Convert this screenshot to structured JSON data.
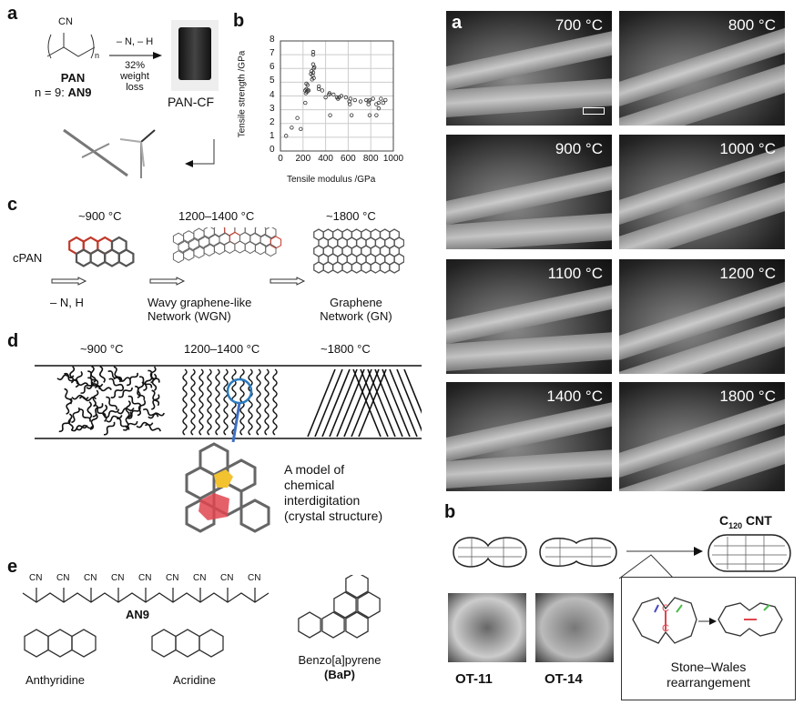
{
  "panel_labels": {
    "a_left": "a",
    "b_left": "b",
    "c": "c",
    "d": "d",
    "e": "e",
    "a_right": "a",
    "b_right": "b"
  },
  "panel_a": {
    "monomer_group": "CN",
    "subscript": "n",
    "polymer": "PAN",
    "oligomer_prefix": "n = 9: ",
    "oligomer": "AN9",
    "reaction_top": "– N, – H",
    "reaction_bottom": [
      "32%",
      "weight",
      "loss"
    ],
    "product": "PAN-CF"
  },
  "chart_data": {
    "type": "scatter",
    "title": "",
    "xlabel": "Tensile modulus /GPa",
    "ylabel": "Tensile strength /GPa",
    "xlim": [
      0,
      1000
    ],
    "ylim": [
      0,
      8
    ],
    "xticks": [
      "0",
      "200",
      "400",
      "600",
      "800",
      "1000"
    ],
    "yticks": [
      "0",
      "1",
      "2",
      "3",
      "4",
      "5",
      "6",
      "7",
      "8"
    ],
    "grid": true,
    "points": [
      [
        50,
        1.1
      ],
      [
        100,
        1.7
      ],
      [
        150,
        2.4
      ],
      [
        180,
        1.6
      ],
      [
        220,
        3.5
      ],
      [
        220,
        4.4
      ],
      [
        225,
        4.2
      ],
      [
        230,
        4.5
      ],
      [
        230,
        4.9
      ],
      [
        235,
        4.3
      ],
      [
        240,
        4.4
      ],
      [
        250,
        4.4
      ],
      [
        240,
        4.8
      ],
      [
        270,
        5.6
      ],
      [
        275,
        5.8
      ],
      [
        280,
        5.2
      ],
      [
        285,
        5.5
      ],
      [
        290,
        7.2
      ],
      [
        290,
        7.0
      ],
      [
        290,
        6.3
      ],
      [
        295,
        6.0
      ],
      [
        290,
        5.7
      ],
      [
        295,
        5.3
      ],
      [
        300,
        6.1
      ],
      [
        340,
        4.7
      ],
      [
        340,
        4.5
      ],
      [
        370,
        4.4
      ],
      [
        400,
        3.9
      ],
      [
        430,
        4.1
      ],
      [
        435,
        4.2
      ],
      [
        440,
        2.6
      ],
      [
        470,
        4.1
      ],
      [
        500,
        3.9
      ],
      [
        510,
        3.8
      ],
      [
        520,
        3.9
      ],
      [
        540,
        4.0
      ],
      [
        580,
        3.9
      ],
      [
        610,
        3.6
      ],
      [
        615,
        3.4
      ],
      [
        620,
        3.8
      ],
      [
        630,
        2.6
      ],
      [
        660,
        3.7
      ],
      [
        710,
        3.6
      ],
      [
        760,
        3.7
      ],
      [
        780,
        3.6
      ],
      [
        780,
        3.4
      ],
      [
        790,
        2.6
      ],
      [
        790,
        3.7
      ],
      [
        820,
        3.8
      ],
      [
        850,
        2.6
      ],
      [
        850,
        3.4
      ],
      [
        870,
        3.1
      ],
      [
        870,
        3.5
      ],
      [
        890,
        3.8
      ],
      [
        910,
        3.5
      ],
      [
        930,
        3.7
      ]
    ]
  },
  "panel_c": {
    "temps": [
      "~900 °C",
      "1200–1400 °C",
      "~1800 °C"
    ],
    "start": "cPAN",
    "step1": "– N, H",
    "wgn": [
      "Wavy graphene-like",
      "Network (WGN)"
    ],
    "gn": [
      "Graphene",
      "Network (GN)"
    ]
  },
  "panel_d": {
    "temps": [
      "~900 °C",
      "1200–1400 °C",
      "~1800 °C"
    ],
    "caption": [
      "A model of",
      "chemical",
      "interdigitation",
      "(crystal structure)"
    ]
  },
  "panel_e": {
    "cn": "CN",
    "an9": "AN9",
    "anthyridine": "Anthyridine",
    "acridine": "Acridine",
    "bap_name": "Benzo[a]pyrene",
    "bap_abbr": "(BaP)"
  },
  "tem_panels": [
    "700 °C",
    "800 °C",
    "900 °C",
    "1000 °C",
    "1100 °C",
    "1200 °C",
    "1400 °C",
    "1800 °C"
  ],
  "panel_b_right": {
    "product": "C",
    "product_sub": "120",
    "product_suffix": " CNT",
    "ot11": "OT-11",
    "ot14": "OT-14",
    "sw": [
      "Stone–Wales",
      "rearrangement"
    ],
    "cc": "C"
  },
  "colors": {
    "red_ring": "#e0454f",
    "yellow_ring": "#f2c230",
    "blue_circle": "#2b7bbf",
    "green_bond": "#4cbb4c"
  }
}
